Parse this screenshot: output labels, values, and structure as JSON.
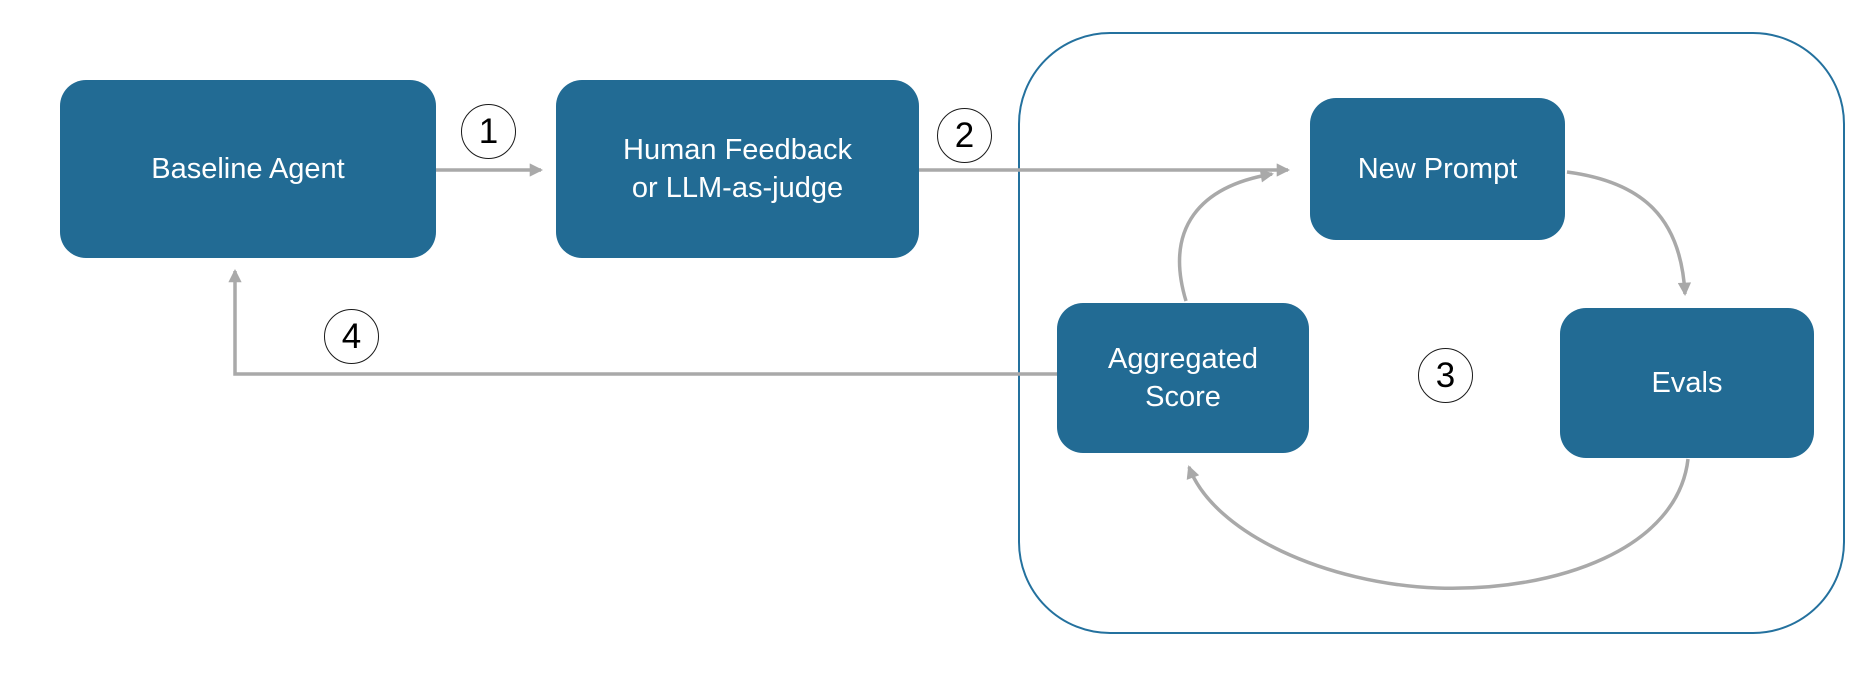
{
  "diagram": {
    "nodes": {
      "baseline": {
        "label": "Baseline Agent"
      },
      "feedback": {
        "label": "Human Feedback\nor LLM-as-judge"
      },
      "new_prompt": {
        "label": "New Prompt"
      },
      "aggregated": {
        "label": "Aggregated\nScore"
      },
      "evals": {
        "label": "Evals"
      }
    },
    "steps": {
      "s1": "1",
      "s2": "2",
      "s3": "3",
      "s4": "4"
    },
    "edges": [
      {
        "from": "baseline",
        "to": "feedback",
        "step": "1",
        "style": "straight"
      },
      {
        "from": "feedback",
        "to": "new_prompt",
        "step": "2",
        "style": "straight"
      },
      {
        "from": "new_prompt",
        "to": "evals",
        "step": "3",
        "style": "curved-cycle"
      },
      {
        "from": "evals",
        "to": "aggregated",
        "step": "3",
        "style": "curved-cycle"
      },
      {
        "from": "aggregated",
        "to": "new_prompt",
        "step": "3",
        "style": "curved-cycle"
      },
      {
        "from": "aggregated",
        "to": "baseline",
        "step": "4",
        "style": "elbow"
      }
    ],
    "colors": {
      "node_fill": "#226b94",
      "node_text": "#ffffff",
      "container_border": "#24719e",
      "arrow": "#a9a9a9",
      "badge_border": "#1a1a1a",
      "badge_text": "#000000",
      "background": "#ffffff"
    }
  }
}
